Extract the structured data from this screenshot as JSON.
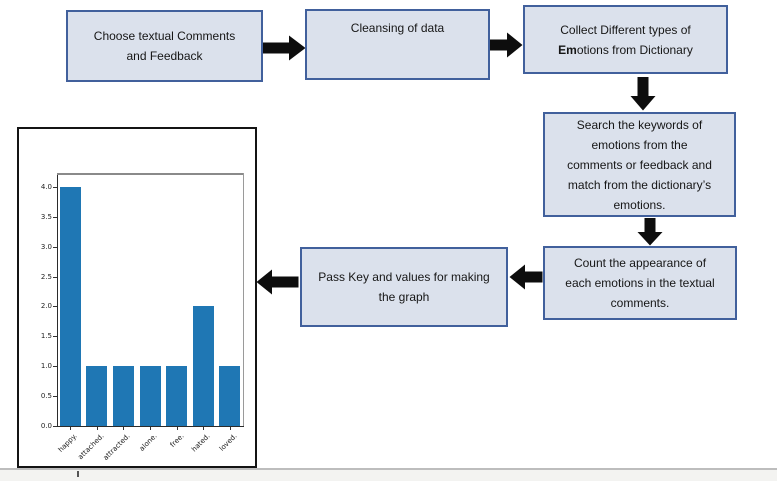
{
  "flowchart": {
    "box_fill": "#dbe1ec",
    "box_border": "#41609c",
    "arrow_color": "#0d0d0d",
    "boxes": {
      "choose": {
        "lines": [
          "Choose textual Comments",
          "and Feedback"
        ]
      },
      "cleansing": {
        "lines": [
          "Cleansing of data"
        ]
      },
      "collect": {
        "line1": "Collect Different types of",
        "line2_bold": "Em",
        "line2_rest": "otions from Dictionary"
      },
      "search": {
        "lines": [
          "Search the keywords of",
          "emotions from the",
          "comments or feedback and",
          "match from the dictionary’s",
          "emotions."
        ]
      },
      "count": {
        "lines": [
          "Count the appearance of",
          "each emotions in the textual",
          "comments."
        ]
      },
      "pass": {
        "lines": [
          "Pass Key and values for making",
          "the graph"
        ]
      }
    }
  },
  "chart_data": {
    "type": "bar",
    "categories": [
      "happy.",
      "attached.",
      "attracted.",
      "alone.",
      "free.",
      "hated.",
      "loved."
    ],
    "values": [
      4,
      1,
      1,
      1,
      1,
      2,
      1
    ],
    "title": "",
    "xlabel": "",
    "ylabel": "",
    "ylim": [
      0,
      4.2
    ],
    "yticks": [
      0.0,
      0.5,
      1.0,
      1.5,
      2.0,
      2.5,
      3.0,
      3.5,
      4.0
    ],
    "bar_color": "#1f77b4",
    "grid": false,
    "legend": null,
    "x_label_rotation_deg": 45
  }
}
